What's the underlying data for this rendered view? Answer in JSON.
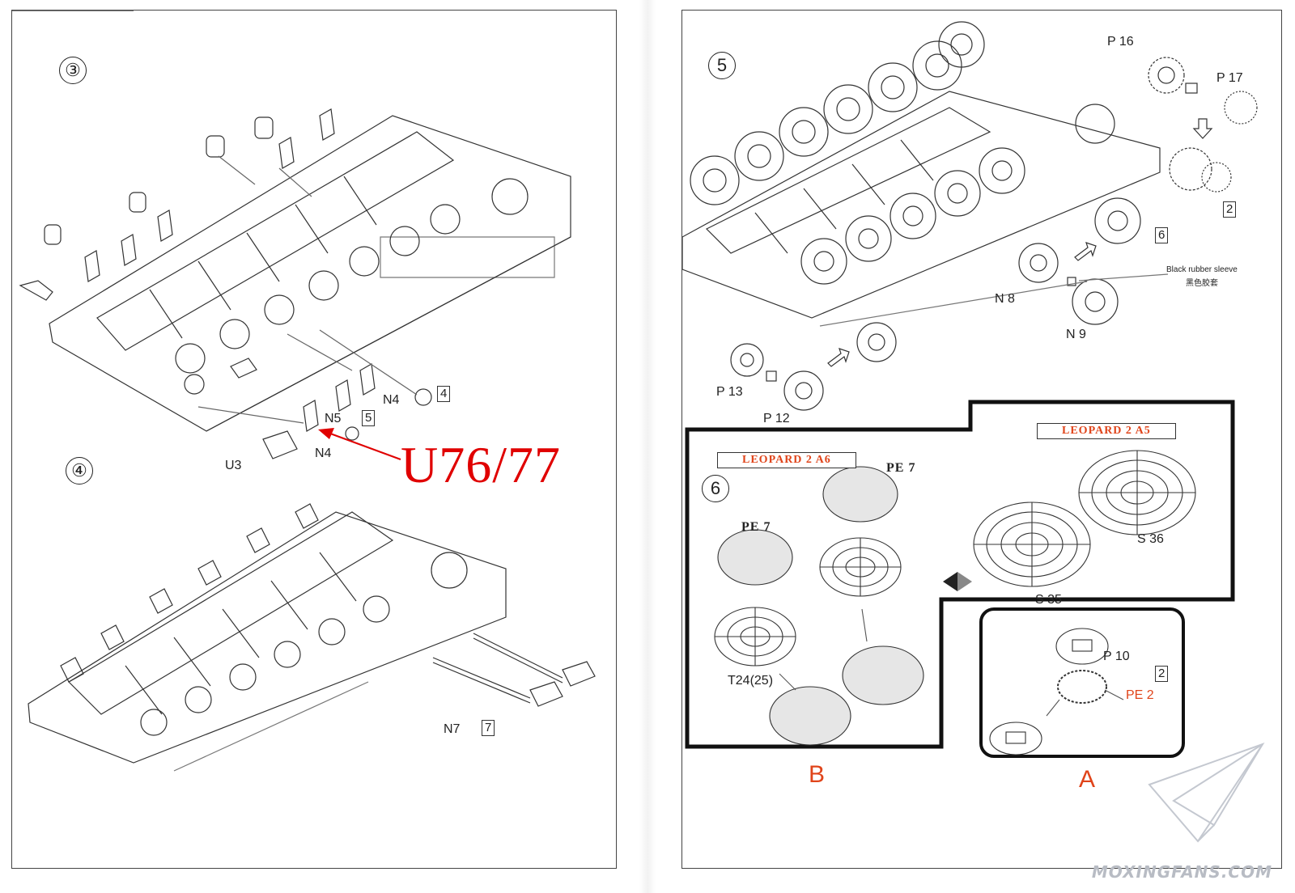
{
  "left_page": {
    "step3": {
      "number": "③",
      "labels": {
        "n4_a": "N4",
        "n4_b": "N4",
        "n5": "N5",
        "u3": "U3"
      },
      "qty_n4": "4",
      "qty_n5": "5",
      "callout": "U76/77"
    },
    "step4": {
      "number": "④",
      "n7": "N7",
      "qty_n7": "7"
    }
  },
  "right_page": {
    "step5": {
      "number": "5",
      "p16": "P 16",
      "p17": "P 17",
      "qty_2": "2",
      "qty_6": "6",
      "rubber_en": "Black rubber sleeve",
      "rubber_cn": "黑色胶套",
      "n8": "N 8",
      "n9": "N 9",
      "p13": "P 13",
      "p12": "P 12"
    },
    "step6": {
      "number": "6",
      "banner_a6": "LEOPARD 2 A6",
      "banner_a5": "LEOPARD 2 A5",
      "pe7_a": "PE 7",
      "pe7_b": "PE 7",
      "s36": "S 36",
      "s35": "S 35",
      "t24": "T24(25)",
      "p10": "P 10",
      "pe2": "PE 2",
      "qty_2": "2",
      "letter_b": "B",
      "letter_a": "A"
    }
  },
  "watermark": "MOXINGFANS.COM",
  "colors": {
    "callout_red": "#e00000",
    "accent_orange": "#e0441a"
  }
}
